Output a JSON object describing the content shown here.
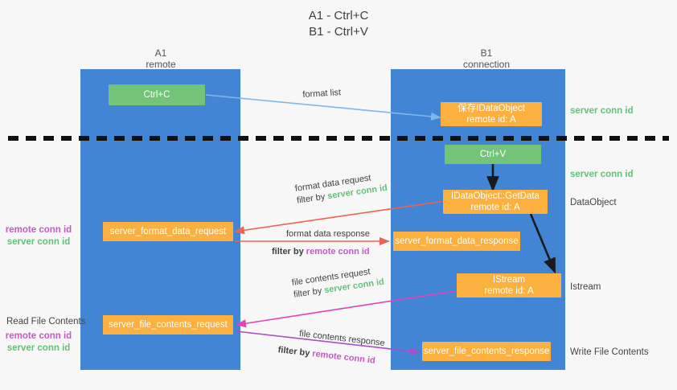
{
  "title": {
    "line1": "A1 - Ctrl+C",
    "line2": "B1 - Ctrl+V"
  },
  "lanes": [
    {
      "id": "a1",
      "name": "A1",
      "sub": "remote"
    },
    {
      "id": "b1",
      "name": "B1",
      "sub": "connection"
    }
  ],
  "boxes": {
    "ctrl_c": {
      "line1": "Ctrl+C",
      "line2": ""
    },
    "save_idataobject": {
      "line1": "保存IDataObject",
      "line2": "remote id: A"
    },
    "ctrl_v": {
      "line1": "Ctrl+V",
      "line2": ""
    },
    "getdata": {
      "line1": "IDataObject::GetData",
      "line2": "remote id: A"
    },
    "fmt_req": {
      "line1": "server_format_data_request",
      "line2": ""
    },
    "fmt_resp": {
      "line1": "server_format_data_response",
      "line2": ""
    },
    "istream": {
      "line1": "IStream",
      "line2": "remote id: A"
    },
    "file_req": {
      "line1": "server_file_contents_request",
      "line2": ""
    },
    "file_resp": {
      "line1": "server_file_contents_response",
      "line2": ""
    }
  },
  "edge_labels": {
    "format_list": {
      "main": "format list",
      "filter_prefix": "",
      "filter_id": ""
    },
    "fmt_request": {
      "main": "format data request",
      "filter_prefix": "filter by ",
      "filter_id": "server conn id"
    },
    "fmt_response": {
      "main": "format data response",
      "filter_prefix": "filter by ",
      "filter_id": "remote conn id"
    },
    "file_request": {
      "main": "file contents request",
      "filter_prefix": "filter by ",
      "filter_id": "server conn id"
    },
    "file_response": {
      "main": "file contents response",
      "filter_prefix": "filter by ",
      "filter_id": "remote conn id"
    }
  },
  "side_labels": {
    "server_conn_top": "server conn id",
    "server_conn_second": "server conn id",
    "dataobject": "DataObject",
    "istream": "Istream",
    "write_file": "Write File Contents",
    "read_file": "Read File Contents",
    "left_mid_remote": "remote conn id",
    "left_mid_server": "server conn id",
    "left_bot_remote": "remote conn id",
    "left_bot_server": "server conn id"
  },
  "colors": {
    "lane": "#4285d4",
    "box_orange": "#fbb040",
    "box_green": "#73c378",
    "server_conn": "#63c178",
    "remote_conn": "#c45ac4",
    "arrow_red": "#ef6253",
    "arrow_blue": "#7fb7ea",
    "arrow_magenta": "#e542b4",
    "arrow_purple": "#a74fc4",
    "arrow_black": "#1a1a1a",
    "background": "#f7f7f7"
  }
}
